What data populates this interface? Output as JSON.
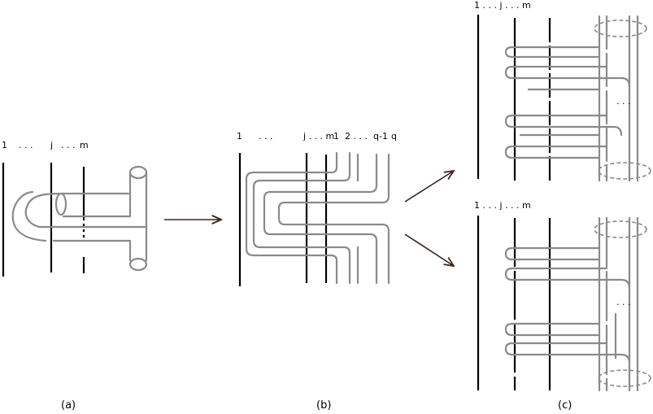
{
  "panel_a": {
    "caption": "(a)",
    "strand_labels": [
      "1",
      ". . .",
      "j",
      ". . .",
      "m"
    ]
  },
  "panel_b": {
    "caption": "(b)",
    "strand_labels": [
      "1",
      ". . .",
      "j . . . m",
      "1",
      "2 . . .",
      "q-1",
      "q"
    ]
  },
  "panel_c": {
    "caption": "(c)",
    "top_labels": [
      "1 . . . j . . . m"
    ],
    "bottom_labels": [
      "1 . . . j . . . m"
    ],
    "ellipsis": ". . ."
  },
  "colors": {
    "strand": "#000000",
    "tube": "#8a8a8a",
    "arrow": "#3a241c"
  }
}
